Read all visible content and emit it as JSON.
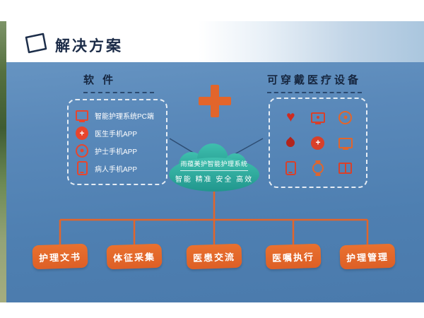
{
  "title": "解决方案",
  "software": {
    "label": "软 件",
    "items": [
      {
        "icon": "pc-monitor-icon",
        "label": "智能护理系统PC端"
      },
      {
        "icon": "doctor-badge-icon",
        "label": "医生手机APP"
      },
      {
        "icon": "nurse-badge-icon",
        "label": "护士手机APP"
      },
      {
        "icon": "smartphone-icon",
        "label": "病人手机APP"
      }
    ]
  },
  "cloud": {
    "name": "雨蕴美护智能护理系统",
    "slogan": "智能 精准 安全 高效"
  },
  "wearable": {
    "label": "可穿戴医疗设备",
    "icons": [
      "heart-ecg-icon",
      "monitor-person-icon",
      "badge-face-icon",
      "blood-drop-icon",
      "medical-cross-icon",
      "monitor-icon",
      "smartphone-icon",
      "smartwatch-icon",
      "handbook-icon"
    ]
  },
  "modules": [
    {
      "label": "护理文书"
    },
    {
      "label": "体征采集"
    },
    {
      "label": "医患交流"
    },
    {
      "label": "医嘱执行"
    },
    {
      "label": "护理管理"
    }
  ],
  "colors": {
    "slide_blue": "#5586b7",
    "accent_orange": "#e2652b",
    "cloud_teal": "#2fae9f",
    "icon_red": "#c9302c",
    "title_navy": "#1b2b47"
  }
}
